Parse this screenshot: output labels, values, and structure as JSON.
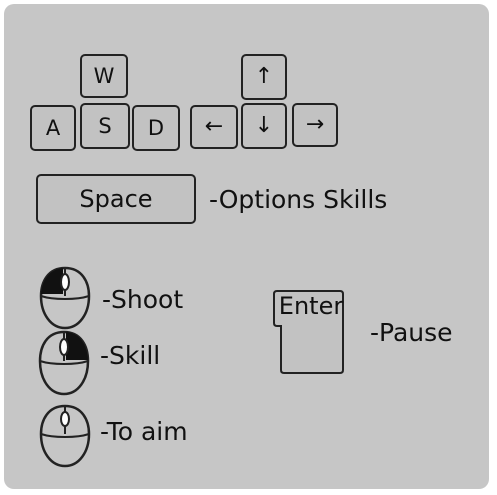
{
  "keys": {
    "w": "W",
    "a": "A",
    "s": "S",
    "d": "D",
    "up": "↑",
    "down": "↓",
    "left": "←",
    "right": "→",
    "space": "Space",
    "enter": "Enter"
  },
  "labels": {
    "space_action": "-Options Skills",
    "left_click": "-Shoot",
    "right_click": "-Skill",
    "wheel": "-To aim",
    "enter_action": "-Pause"
  },
  "icons": {
    "left_mouse": "mouse-left-button-icon",
    "right_mouse": "mouse-right-button-icon",
    "wheel_mouse": "mouse-wheel-icon",
    "enter_key": "enter-key-icon"
  },
  "colors": {
    "panel": "#c6c6c6",
    "ink": "#222222",
    "highlight": "#111111"
  }
}
